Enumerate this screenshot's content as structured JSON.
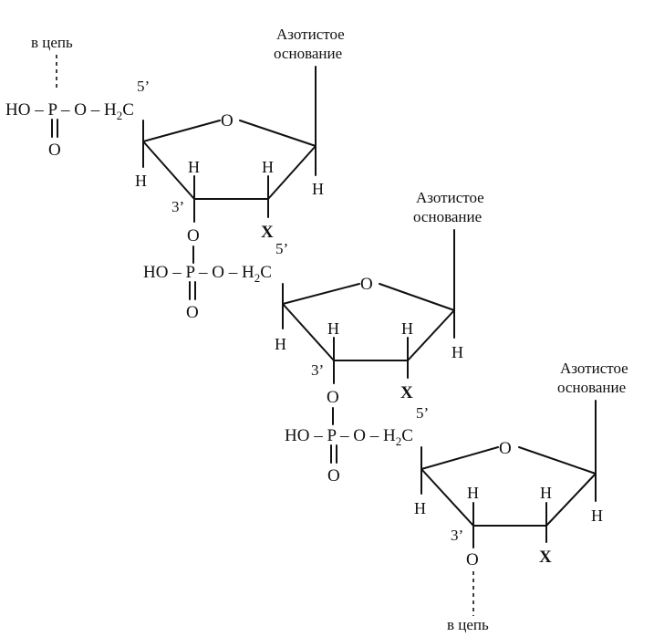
{
  "labels": {
    "chain_top": "в цепь",
    "chain_bottom": "в цепь",
    "base": [
      "Азотистое",
      "основание"
    ],
    "prime5": "5’",
    "prime3": "3’",
    "ring_o": "O",
    "h": "H",
    "x": "X",
    "phosphate_ho": "HO – P – O – H",
    "phosphate_ho_short": "HO – P – O – H",
    "p_o": "O",
    "ch2_sub": "2",
    "c": "C",
    "link_o": "O"
  },
  "colors": {
    "ink": "#111111",
    "background": "#ffffff"
  },
  "units": [
    {
      "id": "unit-1"
    },
    {
      "id": "unit-2"
    },
    {
      "id": "unit-3"
    }
  ]
}
